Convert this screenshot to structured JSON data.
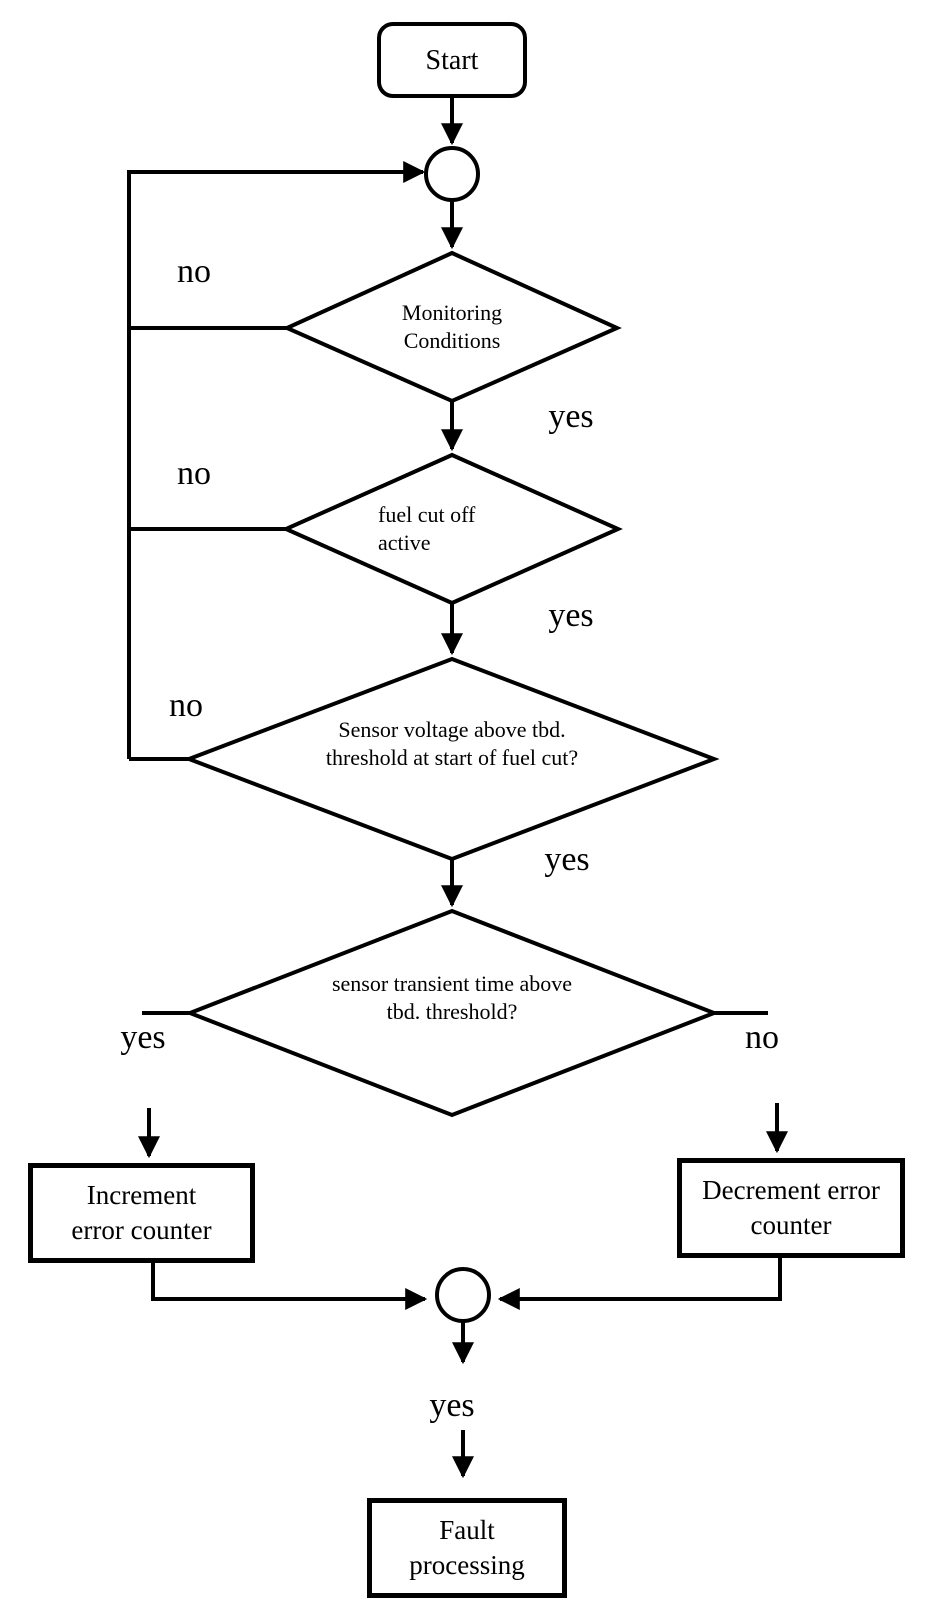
{
  "diagram": {
    "start": {
      "label": "Start"
    },
    "decisions": {
      "monitoring": {
        "line1": "Monitoring",
        "line2": "Conditions"
      },
      "fuel_cut": {
        "line1": "fuel cut off",
        "line2": "active"
      },
      "sensor_voltage": {
        "line1": "Sensor voltage above tbd.",
        "line2": "threshold at start of fuel cut?"
      },
      "transient_time": {
        "line1": "sensor transient time above",
        "line2": "tbd. threshold?"
      }
    },
    "processes": {
      "increment": {
        "line1": "Increment",
        "line2": "error counter"
      },
      "decrement": {
        "line1": "Decrement error",
        "line2": "counter"
      },
      "fault": {
        "line1": "Fault",
        "line2": "processing"
      }
    },
    "edge_labels": {
      "monitoring_no": "no",
      "monitoring_yes": "yes",
      "fuel_cut_no": "no",
      "fuel_cut_yes": "yes",
      "sensor_voltage_no": "no",
      "sensor_voltage_yes": "yes",
      "transient_time_yes": "yes",
      "transient_time_no": "no",
      "merge_yes": "yes"
    },
    "colors": {
      "line": "#000000",
      "background": "#ffffff"
    }
  }
}
